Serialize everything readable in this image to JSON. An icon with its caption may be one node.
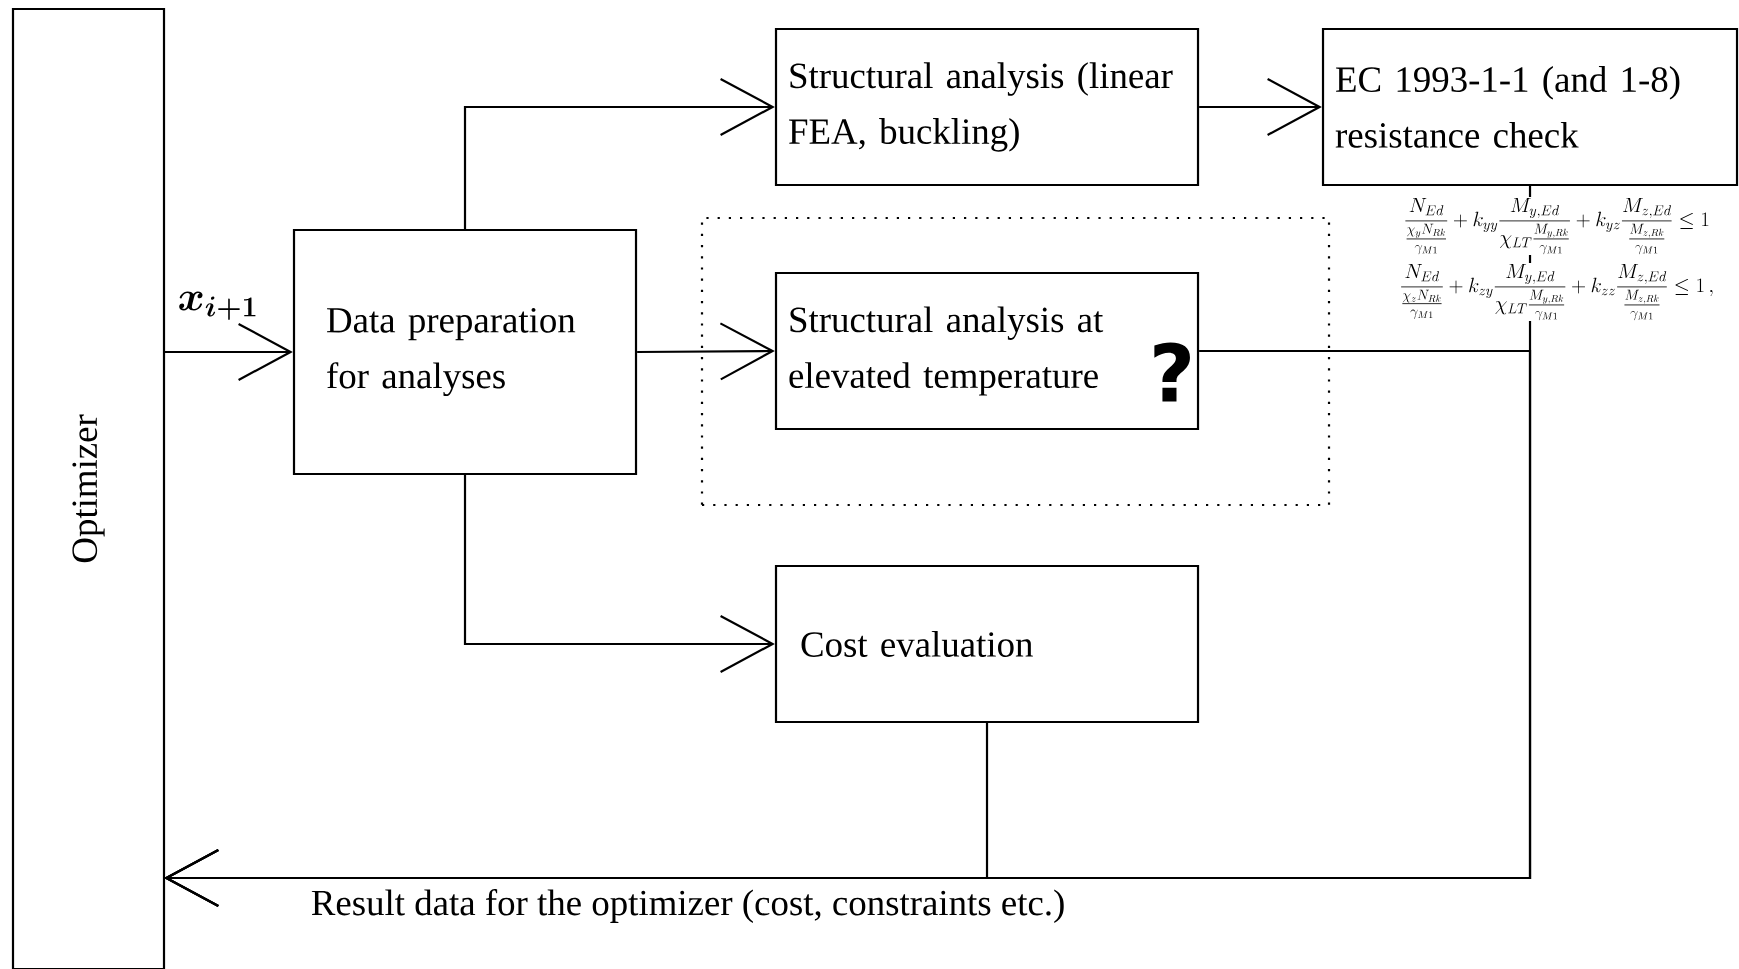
{
  "diagram": {
    "nodes": [
      {
        "text": [
          "Optimizer"
        ]
      },
      {
        "text": [
          "Data preparation for analyses"
        ]
      },
      {
        "text": [
          "Structural analysis (linear FEA, buckling)"
        ]
      },
      {
        "text": [
          "EC 1993-1-1 (and 1-8) resistance check"
        ]
      },
      {
        "text": [],
        "shape": "box"
      },
      {
        "text": [
          "Structural analysis at elevated temperature"
        ],
        "in": 4
      },
      {
        "text": [
          "Cost evaluation"
        ]
      }
    ],
    "edges": [
      {
        "from": 0,
        "to": 1,
        "arrow": "to",
        "label": "\\boldsymbol{x_{i+1}}"
      },
      {
        "from": 1,
        "to": 2,
        "arrow": "to"
      },
      {
        "from": 1,
        "to": 5,
        "arrow": "to"
      },
      {
        "from": 1,
        "to": 6,
        "arrow": "to"
      },
      {
        "from": 2,
        "to": 3,
        "arrow": "to"
      },
      {
        "from": 3,
        "to": 0,
        "arrow": "to"
      },
      {
        "from": 5,
        "to": 0,
        "arrow": "to"
      },
      {
        "from": 6,
        "to": 0,
        "arrow": "to"
      }
    ],
    "labels": [
      "\\frac{N_{Ed}}{\\frac{\\chi_y N_{Rk}}{\\gamma_{M1}}}+k_{yy}\\frac{M_{y,Ed}}{\\chi_{LT}\\frac{M_{y,Rk}}{\\gamma_{M1}}}+k_{yz}\\frac{M_{z,Ed}}{\\frac{M_{z,Rk}}{\\gamma_{M1}}}\\leq 1",
      "\\frac{N_{Ed}}{\\frac{\\chi_z N_{Rk}}{\\gamma_{M1}}}+k_{zy}\\frac{M_{y,Ed}}{\\chi_{LT}\\frac{M_{y,Rk}}{\\gamma_{M1}}}+k_{zz}\\frac{M_{z,Ed}}{\\frac{M_{z,Rk}}{\\gamma_{M1}}}\\leq 1\\,,",
      "?",
      "Result data for the optimizer (cost, constraints etc.)"
    ]
  }
}
